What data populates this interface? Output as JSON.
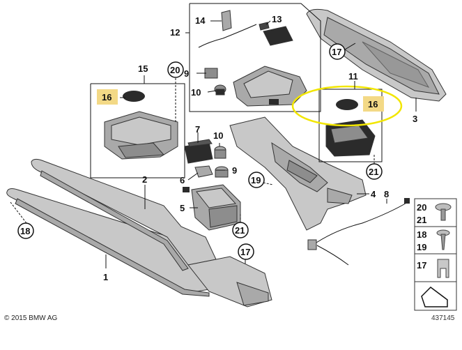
{
  "callouts": {
    "c1": "1",
    "c2": "2",
    "c3": "3",
    "c4": "4",
    "c5": "5",
    "c6": "6",
    "c7": "7",
    "c8": "8",
    "c9a": "9",
    "c9b": "9",
    "c10a": "10",
    "c10b": "10",
    "c11": "11",
    "c12": "12",
    "c13": "13",
    "c14": "14",
    "c15": "15",
    "c16a": "16",
    "c16b": "16",
    "c17a": "17",
    "c17b": "17",
    "c18": "18",
    "c19": "19",
    "c20": "20",
    "c21a": "21",
    "c21b": "21"
  },
  "legend": {
    "r1a": "20",
    "r1b": "21",
    "r2a": "18",
    "r2b": "19",
    "r3a": "17"
  },
  "footer": {
    "copyright": "© 2015 BMW AG",
    "diagram_id": "437145"
  },
  "colors": {
    "highlight_ellipse": "#f2e600",
    "highlight_label": "#f3d986"
  }
}
